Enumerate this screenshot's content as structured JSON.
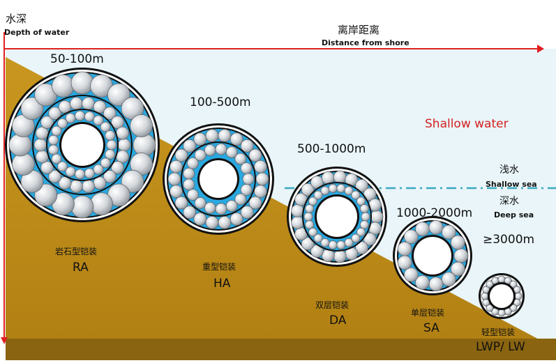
{
  "axes": {
    "y_label_cn": "水深",
    "y_label_en": "Depth of water",
    "x_label_cn": "离岸距离",
    "x_label_en": "Distance from shore"
  },
  "zone_title": "Shallow water",
  "sea_labels": {
    "shallow_cn": "浅水",
    "shallow_en": "Shallow sea",
    "deep_cn": "深水",
    "deep_en": "Deep sea"
  },
  "cables": [
    {
      "depth": "50-100m",
      "name_cn": "岩石型铠装",
      "code": "RA"
    },
    {
      "depth": "100-500m",
      "name_cn": "重型铠装",
      "code": "HA"
    },
    {
      "depth": "500-1000m",
      "name_cn": "双层铠装",
      "code": "DA"
    },
    {
      "depth": "1000-2000m",
      "name_cn": "单层铠装",
      "code": "SA"
    },
    {
      "depth": "≥3000m",
      "name_cn": "轻型铠装",
      "code": "LWP/ LW"
    }
  ],
  "colors": {
    "seabed": "#c08f1b",
    "seabed_dark": "#8a6410",
    "water": "#e8f4f8",
    "axis": "#e02020",
    "zone_title": "#d42020",
    "waterline": "#3aa8c0",
    "armor_fill": "#29a8e0",
    "wire": "#c9cdd2"
  }
}
